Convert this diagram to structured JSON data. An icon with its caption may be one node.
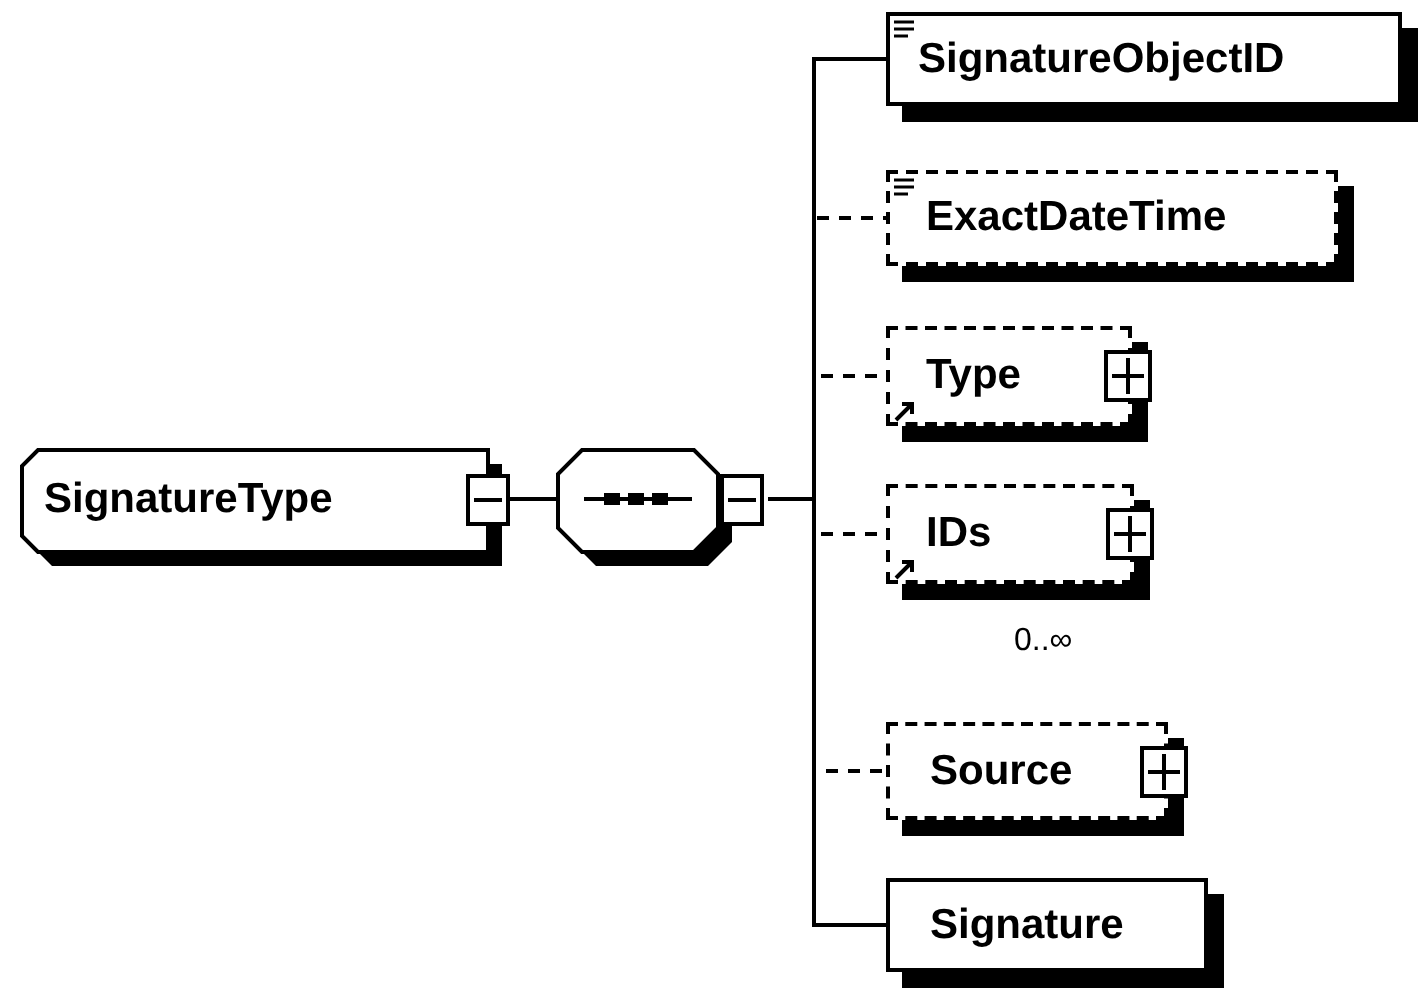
{
  "diagram": {
    "nodes": [
      {
        "text": [
          "SignatureType"
        ]
      },
      {
        "text": [],
        "shape": "octagon"
      },
      {
        "text": [
          "SignatureObjectID"
        ]
      },
      {
        "text": [
          "ExactDateTime"
        ]
      },
      {
        "text": [
          "Type"
        ]
      },
      {
        "text": [
          "IDs"
        ],
        "beside": [
          "0..∞"
        ]
      },
      {
        "text": [
          "Source"
        ]
      },
      {
        "text": [
          "Signature"
        ]
      }
    ],
    "edges": [
      {
        "from": 0,
        "to": 1,
        "arrow": "none"
      },
      {
        "from": 1,
        "to": 2,
        "arrow": "none"
      },
      {
        "from": 1,
        "to": 3,
        "arrow": "none",
        "style": "dashed"
      },
      {
        "from": 1,
        "to": 4,
        "arrow": "none",
        "style": "dashed"
      },
      {
        "from": 1,
        "to": 5,
        "arrow": "none",
        "style": "dashed"
      },
      {
        "from": 1,
        "to": 6,
        "arrow": "none",
        "style": "dashed"
      },
      {
        "from": 1,
        "to": 7,
        "arrow": "none"
      }
    ]
  }
}
